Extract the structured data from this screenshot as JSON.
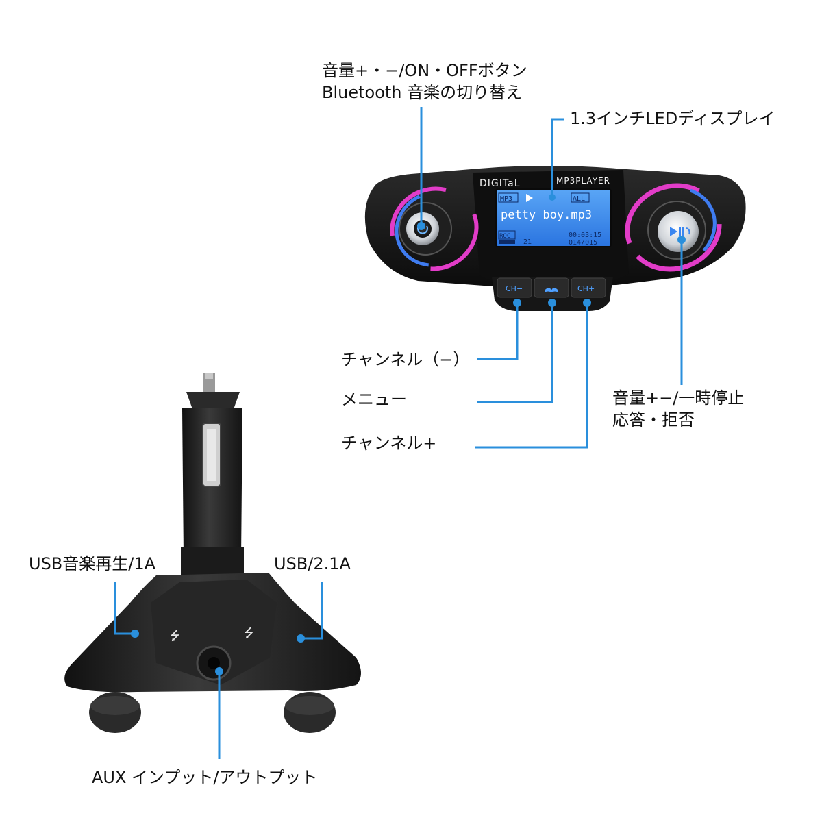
{
  "device": {
    "brand_left": "DIGITaL",
    "brand_right": "MP3PLAYER",
    "display": {
      "mode": "MP3",
      "repeat": "ALL",
      "track_name": "petty boy.mp3",
      "roc": "ROC",
      "number": "21",
      "time": "00:03:15",
      "track_count": "014/015"
    },
    "buttons": {
      "ch_minus": "CH−",
      "ch_plus": "CH+"
    }
  },
  "callouts": {
    "power_line1": "音量+・−/ON・OFFボタン",
    "power_line2": "Bluetooth 音楽の切り替え",
    "display": "1.3インチLEDディスプレイ",
    "ch_minus": "チャンネル（−）",
    "menu": "メニュー",
    "ch_plus": "チャンネル+",
    "playpause_line1": "音量+−/一時停止",
    "playpause_line2": "応答・拒否",
    "usb_music": "USB音楽再生/1A",
    "usb_charge": "USB/2.1A",
    "aux": "AUX インプット/アウトプット"
  },
  "colors": {
    "callout_line": "#2a8fdc",
    "lcd_bg": "#2f7fe8",
    "ring_pink": "#e23cc8",
    "ring_blue": "#3f7cf0",
    "device_body": "#1a1a1a"
  }
}
